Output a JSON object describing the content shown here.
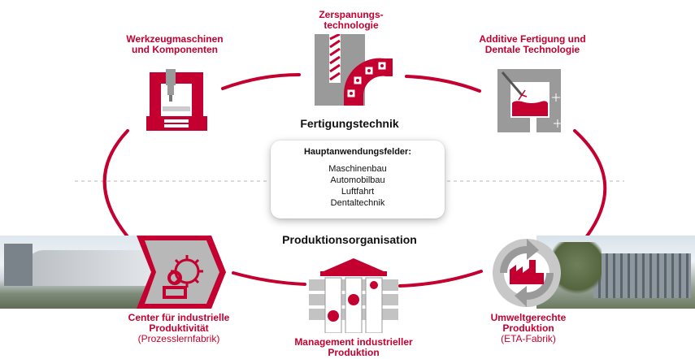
{
  "colors": {
    "brand_red": "#c3002f",
    "grey": "#9a9a9a",
    "dashed": "#b5b5b5"
  },
  "top_center": {
    "line1": "Zerspanungs-",
    "line2": "technologie",
    "icon": "milling-icon"
  },
  "top_left": {
    "line1": "Werkzeugmaschinen",
    "line2": "und Komponenten",
    "icon": "machine-tool-icon"
  },
  "top_right": {
    "line1": "Additive Fertigung und",
    "line2": "Dentale Technologie",
    "icon": "additive-printer-icon"
  },
  "section_top": "Fertigungstechnik",
  "center_box": {
    "header": "Hauptanwendungsfelder:",
    "items": [
      "Maschinenbau",
      "Automobilbau",
      "Luftfahrt",
      "Dentaltechnik"
    ]
  },
  "section_bottom": "Produktionsorganisation",
  "bottom_left": {
    "line1": "Center für industrielle",
    "line2": "Produktivität",
    "line3": "(Prozesslernfabrik)",
    "icon": "worker-gear-icon"
  },
  "bottom_center": {
    "line1": "Management industrieller",
    "line2": "Produktion",
    "icon": "factory-matrix-icon"
  },
  "bottom_right": {
    "line1": "Umweltgerechte",
    "line2": "Produktion",
    "line3": "(ETA-Fabrik)",
    "icon": "recycle-factory-icon"
  }
}
